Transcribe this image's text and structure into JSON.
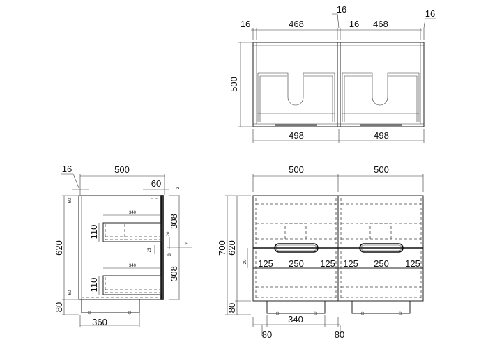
{
  "top_view": {
    "dims": {
      "left_side": "16",
      "left_inner": "468",
      "middle_gap": "16",
      "right_side_left": "16",
      "right_inner": "468",
      "right_side": "16",
      "depth": "500",
      "left_front": "498",
      "right_front": "498"
    }
  },
  "side_view": {
    "dims": {
      "side_thickness": "16",
      "depth": "500",
      "back_offset": "60",
      "body_height": "620",
      "plinth_height": "80",
      "plinth_depth": "360",
      "drawer_depth_upper": "340",
      "drawer_depth_lower": "340",
      "drawer_height_upper": "110",
      "drawer_height_lower": "110",
      "front_upper": "308",
      "front_lower": "308",
      "top_offset": "60",
      "bottom_offset": "60",
      "gap_top": "2",
      "gap_mid": "2",
      "handle_20": "20",
      "handle_25": "25",
      "handle_8": "8"
    }
  },
  "front_view": {
    "dims": {
      "width_left": "500",
      "width_right": "500",
      "total_height": "700",
      "body_height": "620",
      "plinth_height": "80",
      "plinth_width": "340",
      "plinth_inset_left": "80",
      "plinth_inset_right": "80",
      "handle_offset": "20",
      "l_125a": "125",
      "l_250": "250",
      "l_125b": "125",
      "r_125a": "125",
      "r_250": "250",
      "r_125b": "125"
    }
  }
}
